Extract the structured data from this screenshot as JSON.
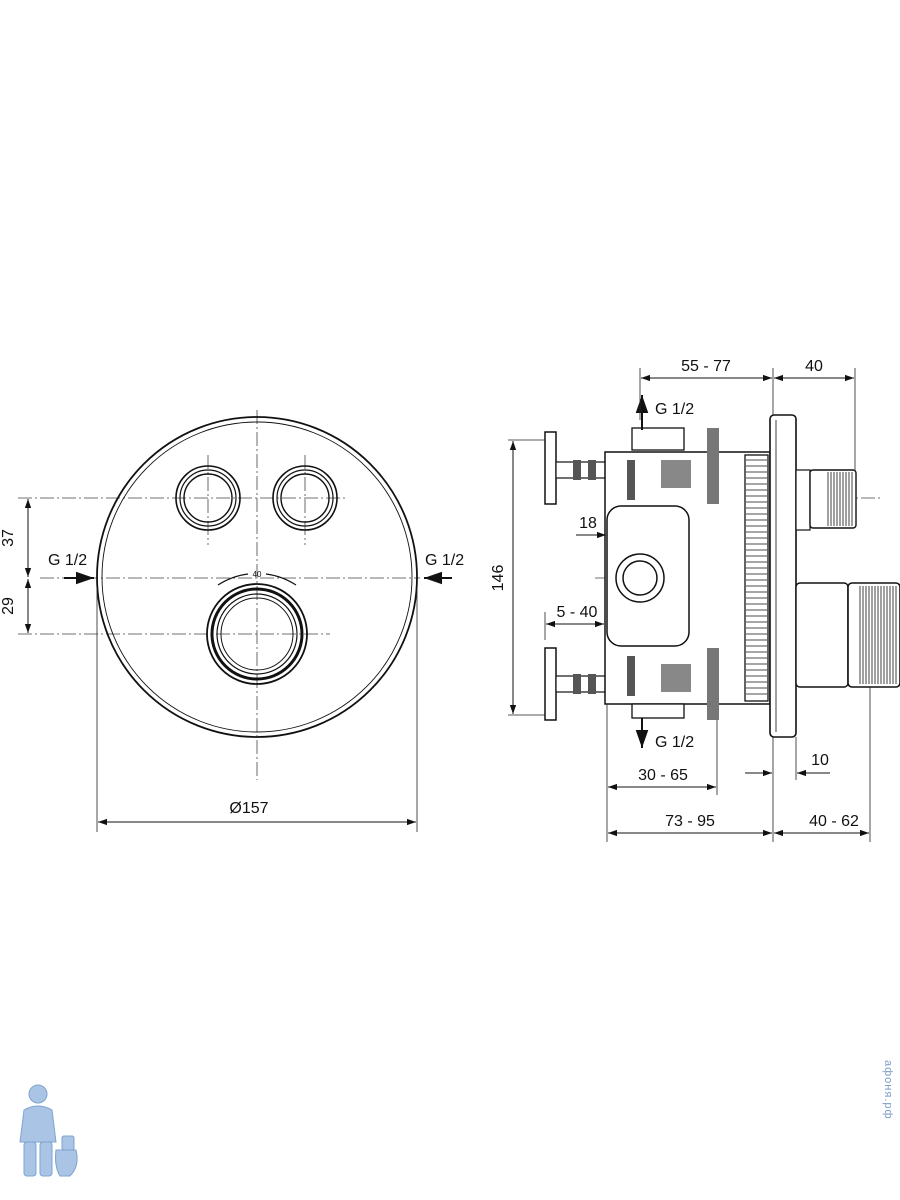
{
  "front_view": {
    "inlet_left": "G 1/2",
    "inlet_right": "G 1/2",
    "dim_37": "37",
    "dim_29": "29",
    "dial_label": "40",
    "diameter": "Ø157"
  },
  "side_view": {
    "dim_55_77": "55 - 77",
    "dim_40_top": "40",
    "outlet_top": "G 1/2",
    "outlet_bottom": "G 1/2",
    "dim_146": "146",
    "dim_18": "18",
    "dim_5_40": "5 - 40",
    "dim_30_65": "30 - 65",
    "dim_10": "10",
    "dim_73_95": "73 - 95",
    "dim_40_62": "40 - 62"
  },
  "watermark": "афоня.рф",
  "colors": {
    "line": "#111111",
    "watermark": "#7a9cc7"
  },
  "icons": [
    "arrow-right-icon",
    "arrow-left-icon",
    "arrow-up-icon",
    "arrow-down-icon",
    "plumber-logo-icon"
  ]
}
